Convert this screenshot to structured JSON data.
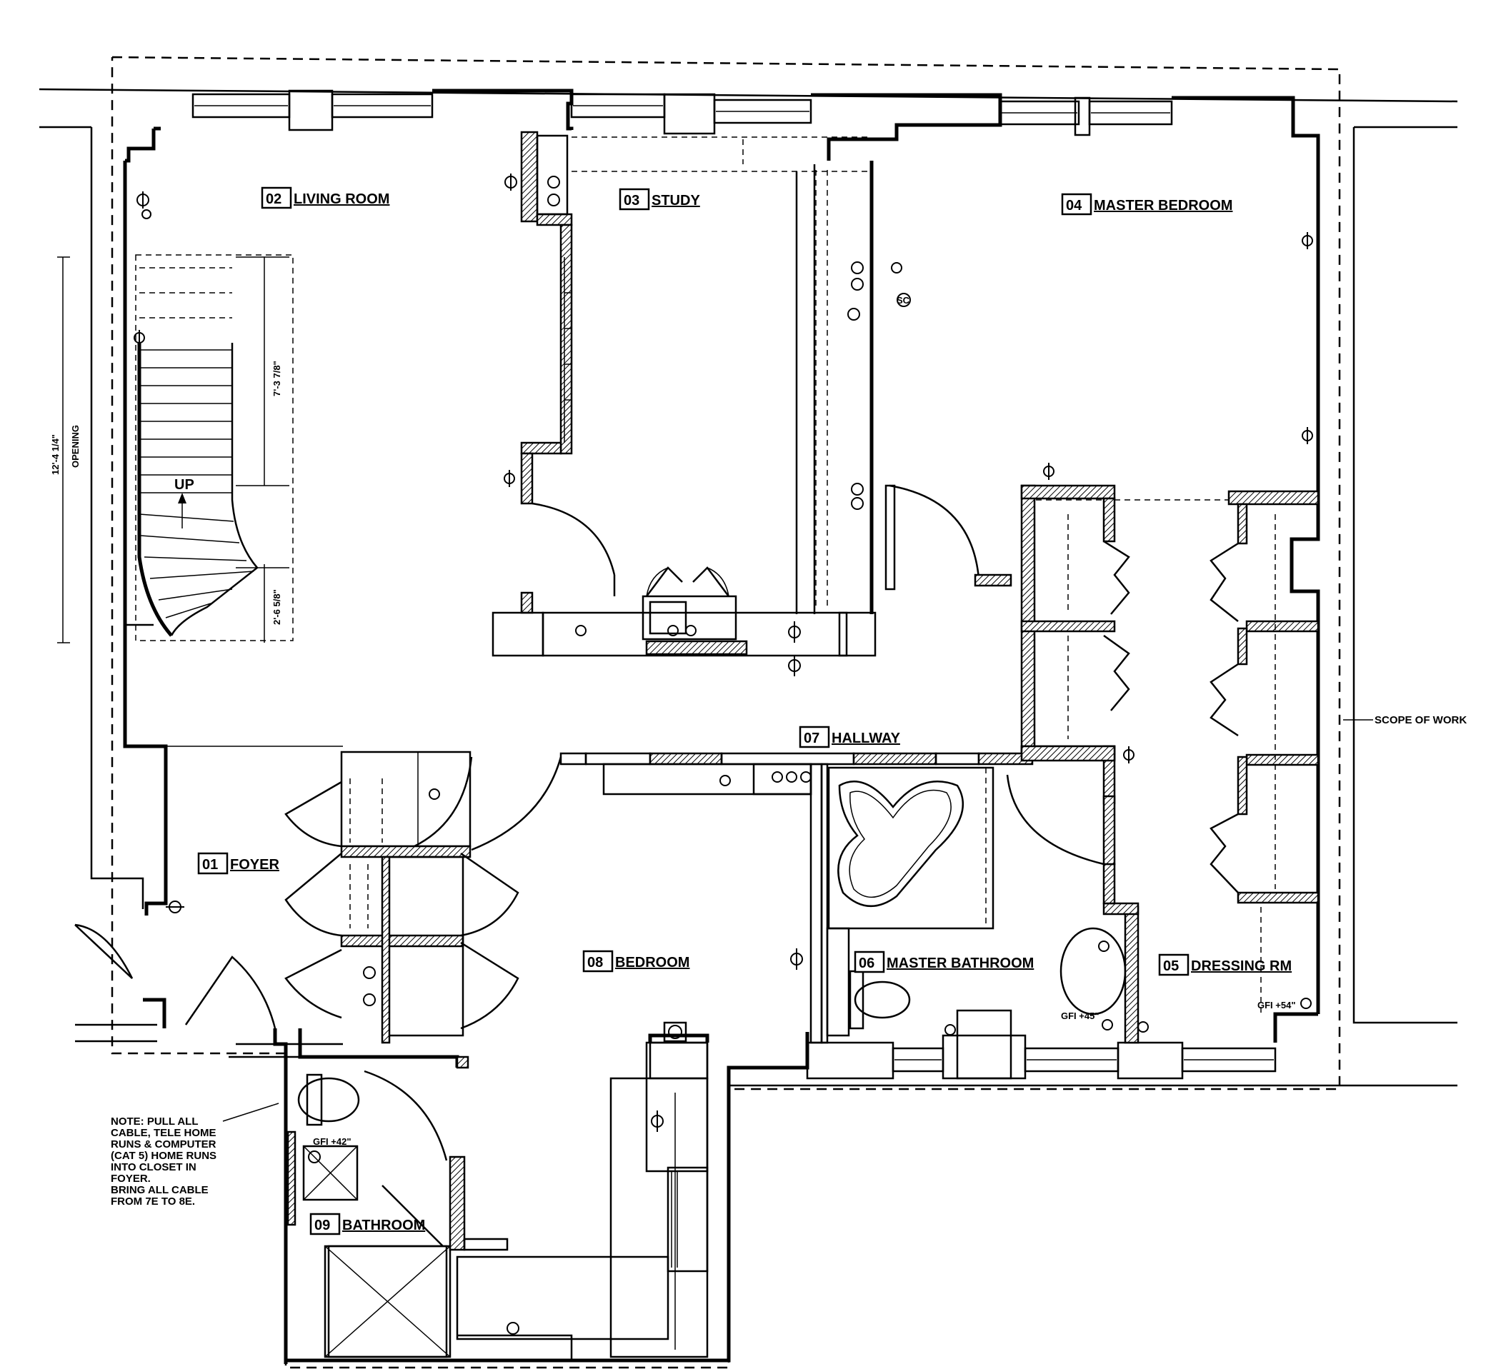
{
  "rooms": [
    {
      "number": "01",
      "name": "FOYER"
    },
    {
      "number": "02",
      "name": "LIVING ROOM"
    },
    {
      "number": "03",
      "name": "STUDY"
    },
    {
      "number": "04",
      "name": "MASTER BEDROOM"
    },
    {
      "number": "05",
      "name": "DRESSING RM"
    },
    {
      "number": "06",
      "name": "MASTER BATHROOM"
    },
    {
      "number": "07",
      "name": "HALLWAY"
    },
    {
      "number": "08",
      "name": "BEDROOM"
    },
    {
      "number": "09",
      "name": "BATHROOM"
    }
  ],
  "annotations": {
    "scope_of_work": "SCOPE OF WORK",
    "stair_up": "UP",
    "opening_dim": "12'-4 1/4\"",
    "opening": "OPENING",
    "stair_dim_upper": "7'-3 7/8\"",
    "stair_dim_lower": "2'-6 5/8\"",
    "gfi_bath": "GFI +42\"",
    "gfi_master_bath": "GFI +45\"",
    "gfi_dressing": "GFI +54\"",
    "sc": "SC"
  },
  "note": {
    "lines": [
      "NOTE:  PULL ALL",
      "CABLE, TELE HOME",
      "RUNS & COMPUTER",
      "(CAT 5) HOME RUNS",
      "INTO CLOSET IN",
      "FOYER.",
      "BRING ALL CABLE",
      "FROM 7E TO 8E."
    ]
  }
}
